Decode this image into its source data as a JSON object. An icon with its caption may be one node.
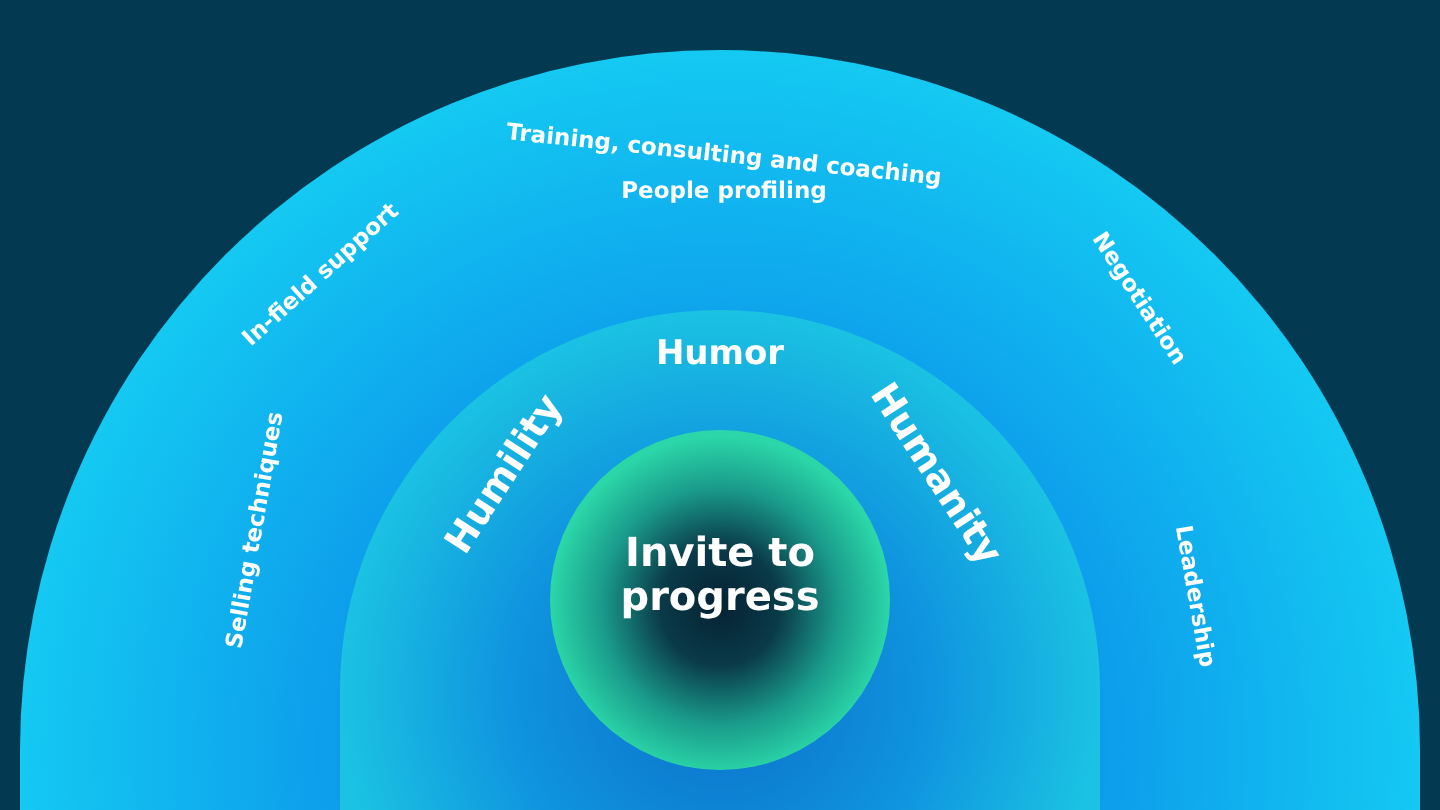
{
  "diagram": {
    "nodes": [
      {
        "text": [
          "Training, consulting and coaching",
          "People profiling",
          "In-field support",
          "Negotiation",
          "Selling techniques",
          "Leadership"
        ]
      },
      {
        "text": [
          "Humor",
          "Humility",
          "Humanity"
        ],
        "in": 0
      },
      {
        "text": [
          "Invite to progress"
        ],
        "in": 1
      }
    ]
  }
}
